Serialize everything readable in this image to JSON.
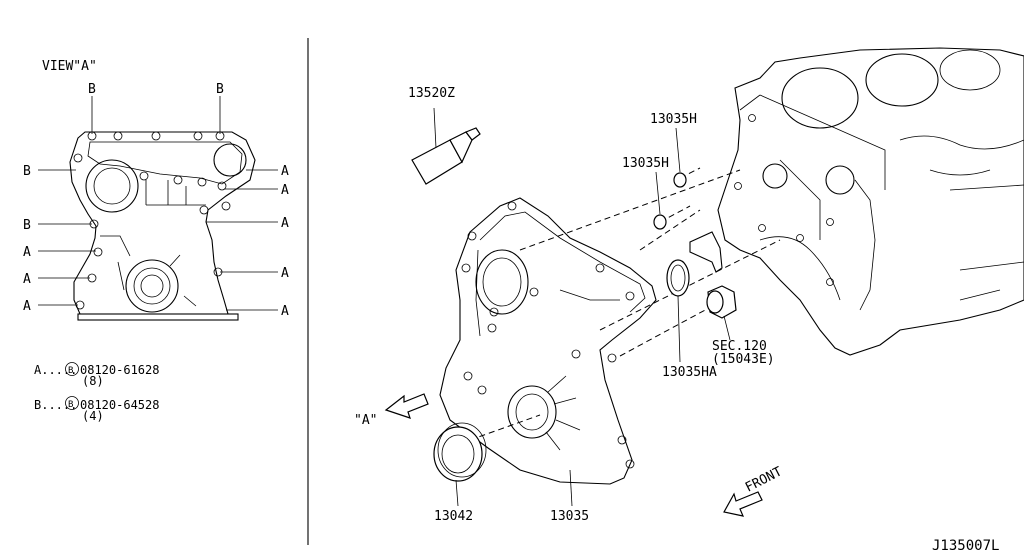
{
  "view_a": {
    "title": "VIEW\"A\"",
    "bolt_b_label": "B",
    "bolt_a_label": "A",
    "legend": [
      {
        "key": "A.....",
        "circle": "B",
        "part": "08120-61628",
        "qty": "(8)"
      },
      {
        "key": "B.....",
        "circle": "B",
        "part": "08120-64528",
        "qty": "(4)"
      }
    ]
  },
  "callouts": {
    "p13520z": "13520Z",
    "p13035h_top": "13035H",
    "p13035h_mid": "13035H",
    "p13035ha": "13035HA",
    "sec_line1": "SEC.120",
    "sec_line2": "(15043E)",
    "p13042": "13042",
    "p13035": "13035",
    "view_arrow": "\"A\"",
    "front": "FRONT"
  },
  "diagram_id": "J135007L"
}
